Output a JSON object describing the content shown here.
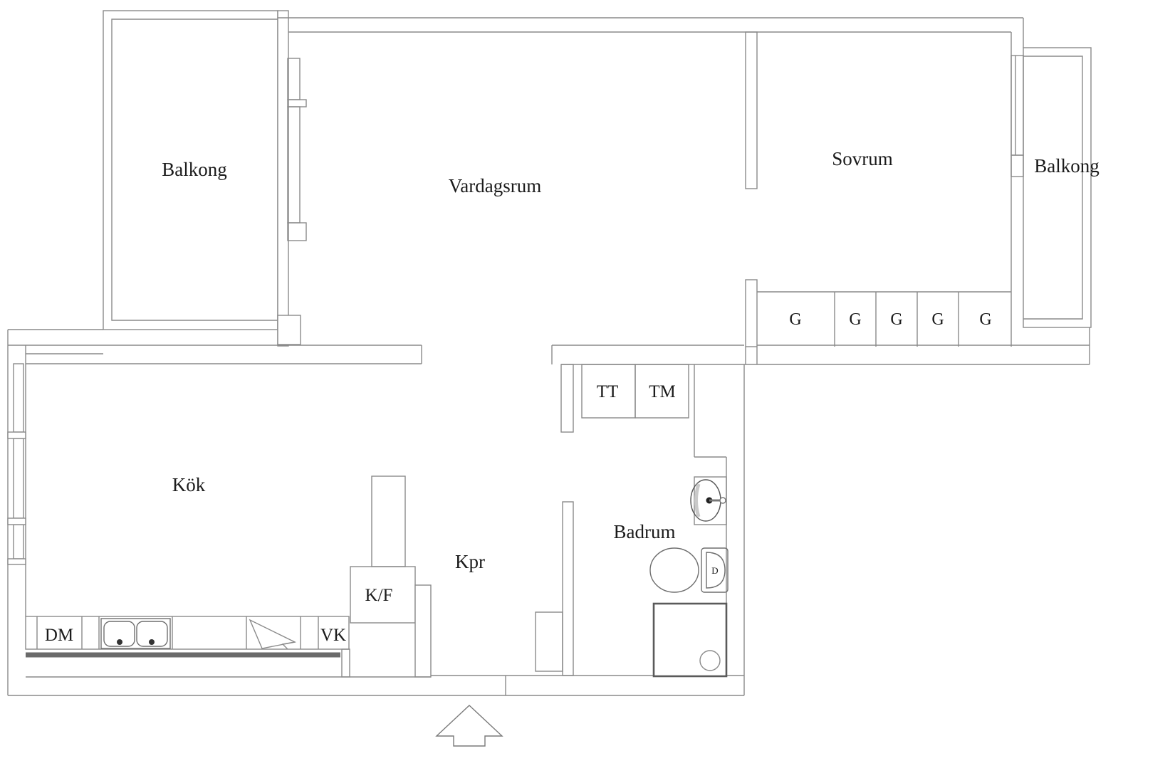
{
  "floorplan": {
    "rooms": {
      "balcony_left": "Balkong",
      "living_room": "Vardagsrum",
      "bedroom": "Sovrum",
      "balcony_right": "Balkong",
      "kitchen": "Kök",
      "hallway": "Kpr",
      "bathroom": "Badrum"
    },
    "fixtures": {
      "dishwasher": "DM",
      "fridge_freezer": "K/F",
      "water_heater": "VK",
      "dryer": "TT",
      "washing_machine": "TM",
      "wardrobe": "G",
      "toilet_mark": "D"
    },
    "wardrobe_count": 5,
    "colors": {
      "wall": "#8a8a8a",
      "wall_dark": "#5a5a5a",
      "text": "#1b1b1b",
      "background": "#ffffff"
    }
  }
}
